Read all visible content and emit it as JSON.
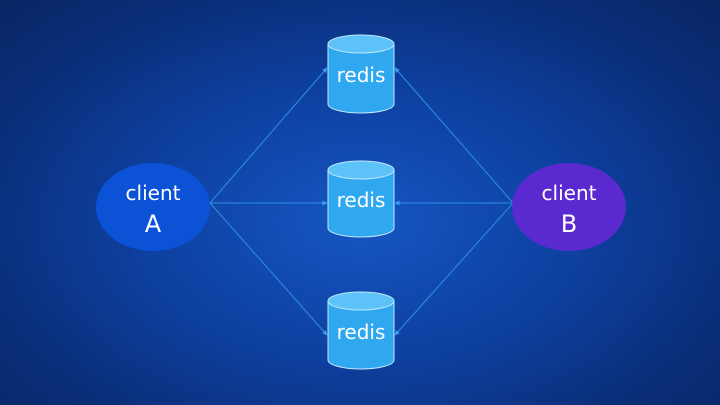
{
  "diagram": {
    "client_a": {
      "line1": "client",
      "line2": "A",
      "fill": "#0b52d6"
    },
    "client_b": {
      "line1": "client",
      "line2": "B",
      "fill": "#5a2ad0"
    },
    "redis_nodes": [
      {
        "label": "redis"
      },
      {
        "label": "redis"
      },
      {
        "label": "redis"
      }
    ],
    "colors": {
      "cylinder_fill": "#2fa8f0",
      "cylinder_top": "#5cc2f7",
      "cylinder_stroke": "#bfe6ff",
      "connector": "#2d8fe6"
    }
  }
}
